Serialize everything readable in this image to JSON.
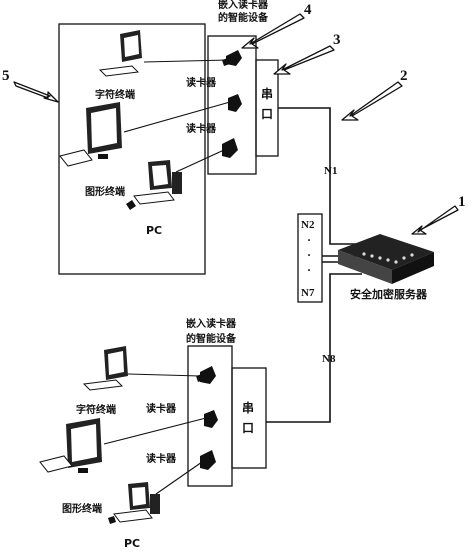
{
  "top_group": {
    "smart_device_label_line1": "嵌入读卡器",
    "smart_device_label_line2": "的智能设备",
    "card_reader_label_a": "读卡器",
    "card_reader_label_b": "读卡器",
    "serial_port_label_line1": "串",
    "serial_port_label_line2": "口",
    "char_terminal_label": "字符终端",
    "graphic_terminal_label": "图形终端",
    "pc_label": "PC"
  },
  "bottom_group": {
    "smart_device_label_line1": "嵌入读卡器",
    "smart_device_label_line2": "的智能设备",
    "card_reader_label_a": "读卡器",
    "card_reader_label_b": "读卡器",
    "serial_port_label_line1": "串",
    "serial_port_label_line2": "口",
    "char_terminal_label": "字符终端",
    "graphic_terminal_label": "图形终端",
    "pc_label": "PC"
  },
  "server_label": "安全加密服务器",
  "nodes": {
    "n1": "N1",
    "n2": "N2",
    "dots": [
      "·",
      "·",
      "·"
    ],
    "n7": "N7",
    "n8": "N8"
  },
  "callouts": [
    "1",
    "2",
    "3",
    "4",
    "5"
  ]
}
